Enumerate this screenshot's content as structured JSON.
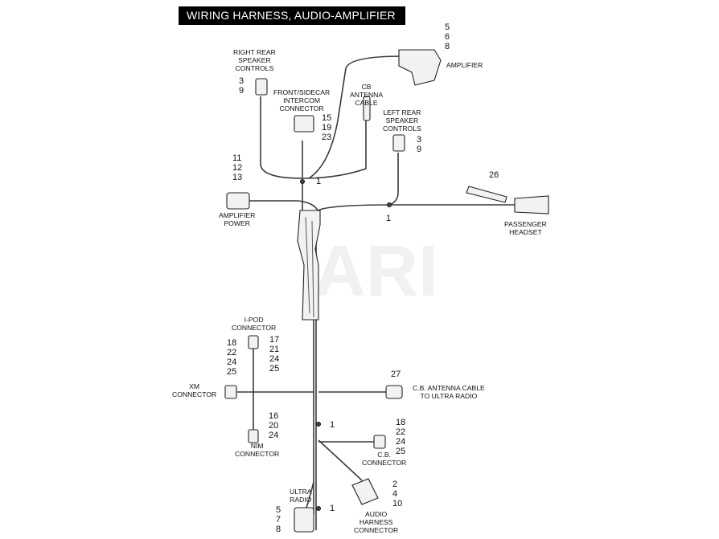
{
  "title": "WIRING HARNESS, AUDIO-AMPLIFIER",
  "watermark": "ARI",
  "labels": {
    "right_rear": [
      "RIGHT REAR",
      "SPEAKER",
      "CONTROLS"
    ],
    "intercom": [
      "FRONT/SIDECAR",
      "INTERCOM",
      "CONNECTOR"
    ],
    "cb_antenna": [
      "CB",
      "ANTENNA",
      "CABLE"
    ],
    "left_rear": [
      "LEFT REAR",
      "SPEAKER",
      "CONTROLS"
    ],
    "amplifier": "AMPLIFIER",
    "amp_power": [
      "AMPLIFIER",
      "POWER"
    ],
    "passenger": [
      "PASSENGER",
      "HEADSET"
    ],
    "ipod": [
      "I-POD",
      "CONNECTOR"
    ],
    "xm": [
      "XM",
      "CONNECTOR"
    ],
    "cb_antenna_ultra": [
      "C.B. ANTENNA CABLE",
      "TO ULTRA RADIO"
    ],
    "nim": [
      "NIM",
      "CONNECTOR"
    ],
    "cb_connector": [
      "C.B.",
      "CONNECTOR"
    ],
    "ultra_radio": [
      "ULTRA",
      "RADIO"
    ],
    "audio_harness": [
      "AUDIO",
      "HARNESS",
      "CONNECTOR"
    ]
  },
  "callouts": {
    "amplifier": [
      "5",
      "6",
      "8"
    ],
    "right_rear": [
      "3",
      "9"
    ],
    "intercom": [
      "15",
      "19",
      "23"
    ],
    "left_rear": [
      "3",
      "9"
    ],
    "amp_power": [
      "11",
      "12",
      "13"
    ],
    "tie_upper": "1",
    "tie_right": "1",
    "passenger": "26",
    "ipod_left": [
      "18",
      "22",
      "24",
      "25"
    ],
    "ipod_right": [
      "17",
      "21",
      "24",
      "25"
    ],
    "cb_antenna_ultra": "27",
    "nim": [
      "16",
      "20",
      "24"
    ],
    "tie_mid": "1",
    "cb_connector": [
      "18",
      "22",
      "24",
      "25"
    ],
    "audio_harness": [
      "2",
      "4",
      "10"
    ],
    "tie_low": "1",
    "ultra_radio": [
      "5",
      "7",
      "8"
    ]
  }
}
